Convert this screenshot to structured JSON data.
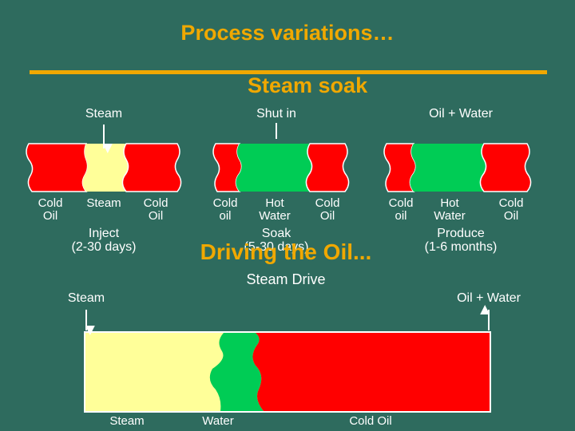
{
  "title": "Process variations…",
  "subtitle": "Steam soak",
  "colors": {
    "background": "#2E6B5E",
    "accent": "#F0A800",
    "cold_oil": "#FF0000",
    "steam": "#FFFF99",
    "hot_water": "#00CC55",
    "text": "#FFFFFF"
  },
  "stages": [
    {
      "top_label": "Steam",
      "zones": [
        {
          "label": "Cold\nOil"
        },
        {
          "label": "Steam"
        },
        {
          "label": "Cold\nOil"
        }
      ],
      "caption": "Inject\n(2-30 days)"
    },
    {
      "top_label": "Shut in",
      "zones": [
        {
          "label": "Cold\noil"
        },
        {
          "label": "Hot\nWater"
        },
        {
          "label": "Cold\nOil"
        }
      ],
      "caption": "Soak\n(5-30 days)"
    },
    {
      "top_label": "Oil + Water",
      "zones": [
        {
          "label": "Cold\noil"
        },
        {
          "label": "Hot\nWater"
        },
        {
          "label": "Cold\nOil"
        }
      ],
      "caption": "Produce\n(1-6 months)"
    }
  ],
  "overlay_text": "Driving the Oil...",
  "steam_drive": {
    "title": "Steam Drive",
    "inlet_label": "Steam",
    "outlet_label": "Oil + Water",
    "zone_labels": [
      "Steam",
      "Water",
      "Cold Oil"
    ]
  }
}
